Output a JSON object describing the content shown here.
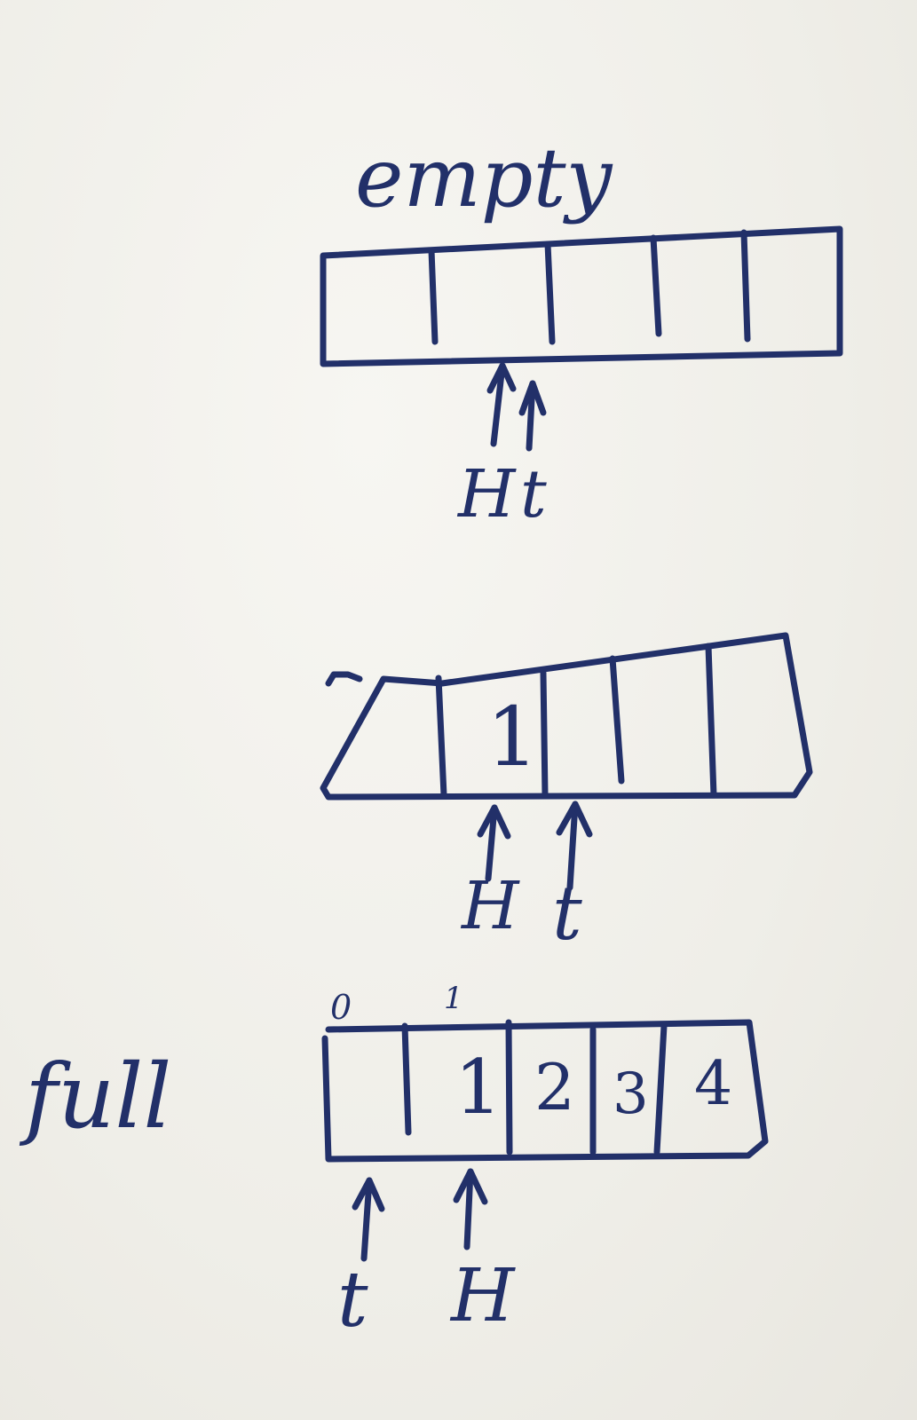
{
  "states": [
    {
      "label": "empty",
      "cells": [
        "",
        "",
        "",
        "",
        ""
      ],
      "pointers": [
        {
          "label": "H",
          "cell_boundary": 2
        },
        {
          "label": "t",
          "cell_boundary": 2
        }
      ]
    },
    {
      "label": "",
      "cells": [
        "",
        "1",
        "",
        "",
        ""
      ],
      "pointers": [
        {
          "label": "H",
          "cell_boundary": 1
        },
        {
          "label": "t",
          "cell_boundary": 2
        }
      ]
    },
    {
      "label": "full",
      "index_marks": [
        "0",
        "1"
      ],
      "cells": [
        "",
        "1",
        "2",
        "3",
        "4"
      ],
      "pointers": [
        {
          "label": "t",
          "cell_boundary": 0
        },
        {
          "label": "H",
          "cell_boundary": 1
        }
      ]
    }
  ],
  "colors": {
    "ink": "#223069",
    "paper": "#f3f2ed"
  }
}
